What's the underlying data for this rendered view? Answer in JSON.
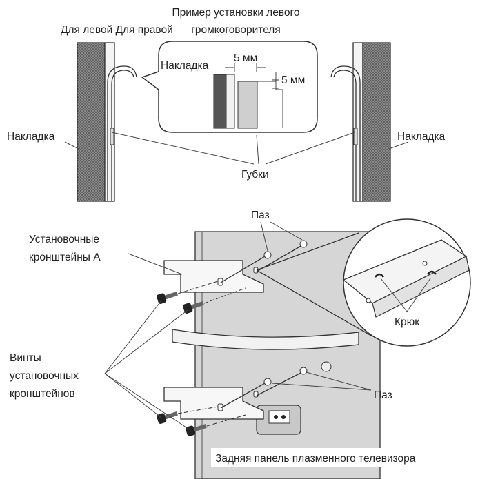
{
  "top": {
    "title_line1": "Пример установки левого",
    "title_line2": "громкоговорителя",
    "left_right_label": "Для левой Для правой",
    "inset_pad_label": "Накладка",
    "dim_horizontal": "5 мм",
    "dim_vertical": "5 мм",
    "pad_left": "Накладка",
    "pad_right": "Накладка",
    "sponges": "Губки"
  },
  "bottom": {
    "groove_top": "Паз",
    "brackets_line1": "Установочные",
    "brackets_line2": "кронштейны A",
    "hook": "Крюк",
    "screws_line1": "Винты",
    "screws_line2": "установочных",
    "screws_line3": "кронштейнов",
    "groove_bottom": "Паз",
    "tv_back": "Задняя панель плазменного телевизора"
  },
  "colors": {
    "speaker_texture": "#6e6e6e",
    "tv_panel": "#d4d4d4",
    "line": "#333333"
  }
}
